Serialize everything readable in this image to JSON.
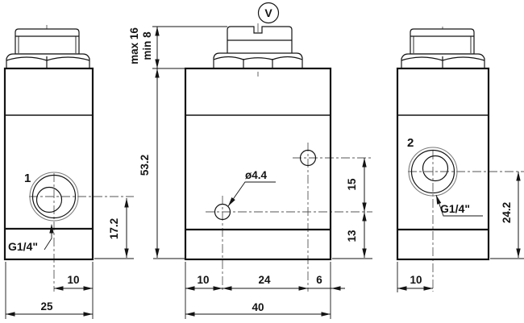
{
  "drawing": {
    "labels": {
      "view_marker": "V",
      "port1": "1",
      "port2": "2",
      "thread1": "G1/4\"",
      "thread2": "G1/4\"",
      "hole_dia": "ø4.4"
    },
    "dimensions": {
      "adjust_max": "max 16",
      "adjust_min": "min 8",
      "body_height": "53.2",
      "port1_height": "17.2",
      "port1_offset": "10",
      "left_width": "25",
      "hole1_offset": "10",
      "hole_spacing": "24",
      "hole2_edge": "6",
      "front_width": "40",
      "hole_vert_spacing": "15",
      "hole1_height": "13",
      "port2_height": "24.2",
      "port2_offset": "10"
    },
    "colors": {
      "line": "#141414",
      "background": "#ffffff",
      "centerline": "#555555"
    }
  }
}
